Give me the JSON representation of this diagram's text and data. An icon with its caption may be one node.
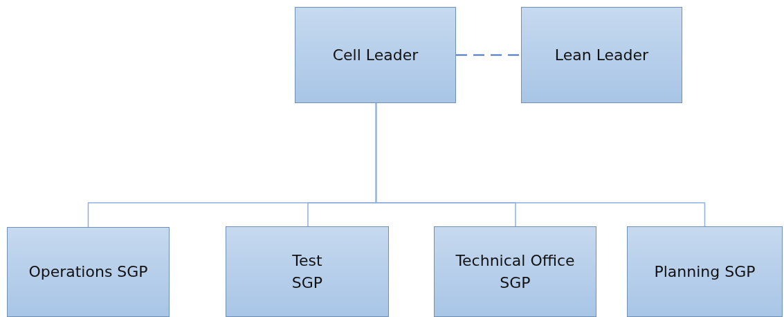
{
  "diagram": {
    "nodes": [
      {
        "text": [
          "Cell Leader"
        ]
      },
      {
        "text": [
          "Lean Leader"
        ]
      },
      {
        "text": [
          "Operations SGP"
        ]
      },
      {
        "text": [
          "Test SGP"
        ]
      },
      {
        "text": [
          "Technical Office SGP"
        ]
      },
      {
        "text": [
          "Planning SGP"
        ]
      }
    ],
    "edges": [
      {
        "from": 0,
        "to": 1,
        "arrow": "none",
        "style": "dashed",
        "color": "#4472c4"
      },
      {
        "from": 0,
        "to": 2,
        "arrow": "none"
      },
      {
        "from": 0,
        "to": 3,
        "arrow": "none"
      },
      {
        "from": 0,
        "to": 4,
        "arrow": "none"
      },
      {
        "from": 0,
        "to": 5,
        "arrow": "none"
      }
    ]
  }
}
